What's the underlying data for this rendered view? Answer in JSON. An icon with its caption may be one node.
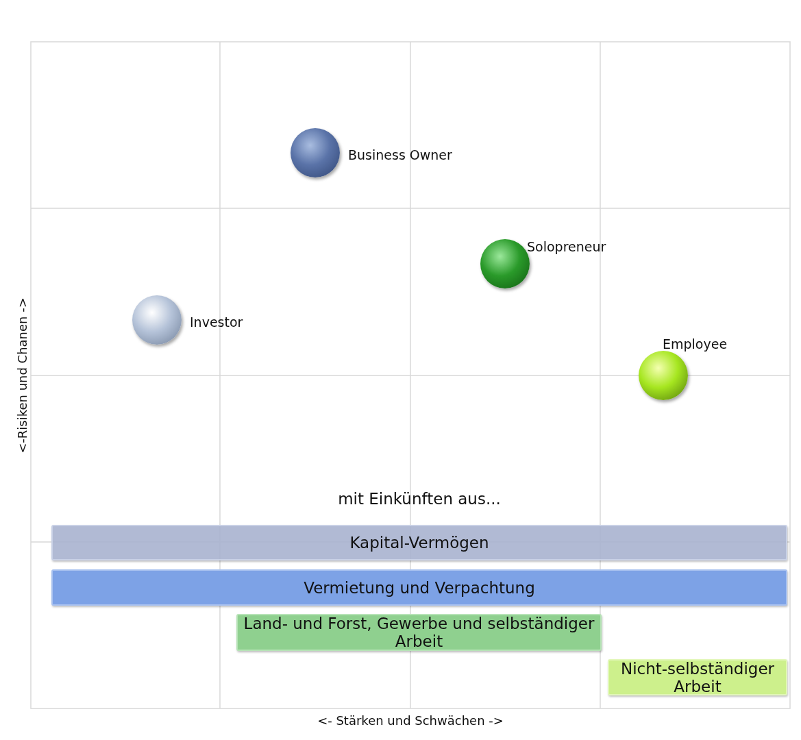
{
  "diagram": {
    "nodes": [
      {
        "text": [],
        "shape": "circle",
        "beside": [
          "Business Owner"
        ]
      },
      {
        "text": [],
        "shape": "circle",
        "beside": [
          "Solopreneur"
        ]
      },
      {
        "text": [],
        "shape": "circle",
        "beside": [
          "Investor"
        ]
      },
      {
        "text": [],
        "shape": "circle",
        "beside": [
          "Employee"
        ]
      },
      {
        "text": [
          "Kapital-Vermögen"
        ]
      },
      {
        "text": [
          "Vermietung und Verpachtung"
        ]
      },
      {
        "text": [
          "Land- und Forst, Gewerbe und selbständiger Arbeit"
        ]
      },
      {
        "text": [
          "Nicht-selbständiger Arbeit"
        ]
      }
    ],
    "edges": [],
    "labels": [
      "mit Einkünften aus...",
      "<-Risiken und Chanen ->",
      "<- Stärken  und Schwächen ->"
    ]
  }
}
